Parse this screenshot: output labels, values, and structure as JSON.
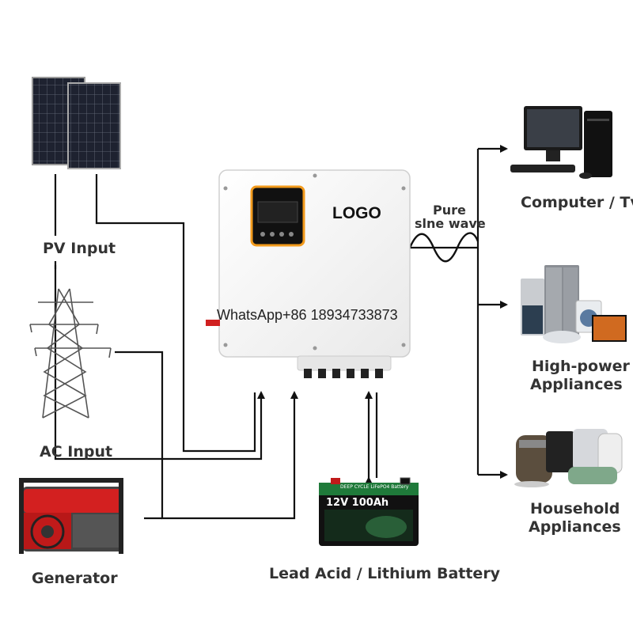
{
  "labels": {
    "pv_input": "PV Input",
    "ac_input": "AC Input",
    "generator": "Generator",
    "battery": "Lead Acid / Lithium Battery",
    "computer_tv": "Computer / Tv",
    "high_power_line1": "High-power",
    "high_power_line2": "Appliances",
    "household_line1": "Household",
    "household_line2": "Appliances",
    "sine_line1": "Pure",
    "sine_line2": "slne wave"
  },
  "inverter": {
    "logo": "LOGO",
    "watermark": "WhatsApp+86 18934733873"
  },
  "battery_label": {
    "header": "DEEP CYCLE LiFePO4 Battery",
    "rating": "12V 100Ah"
  },
  "colors": {
    "line": "#111111",
    "inverter_body": "#f6f6f6",
    "display_accent": "#f29a1c",
    "battery_green": "#1f7a3a",
    "solar_panel": "#20242e"
  }
}
